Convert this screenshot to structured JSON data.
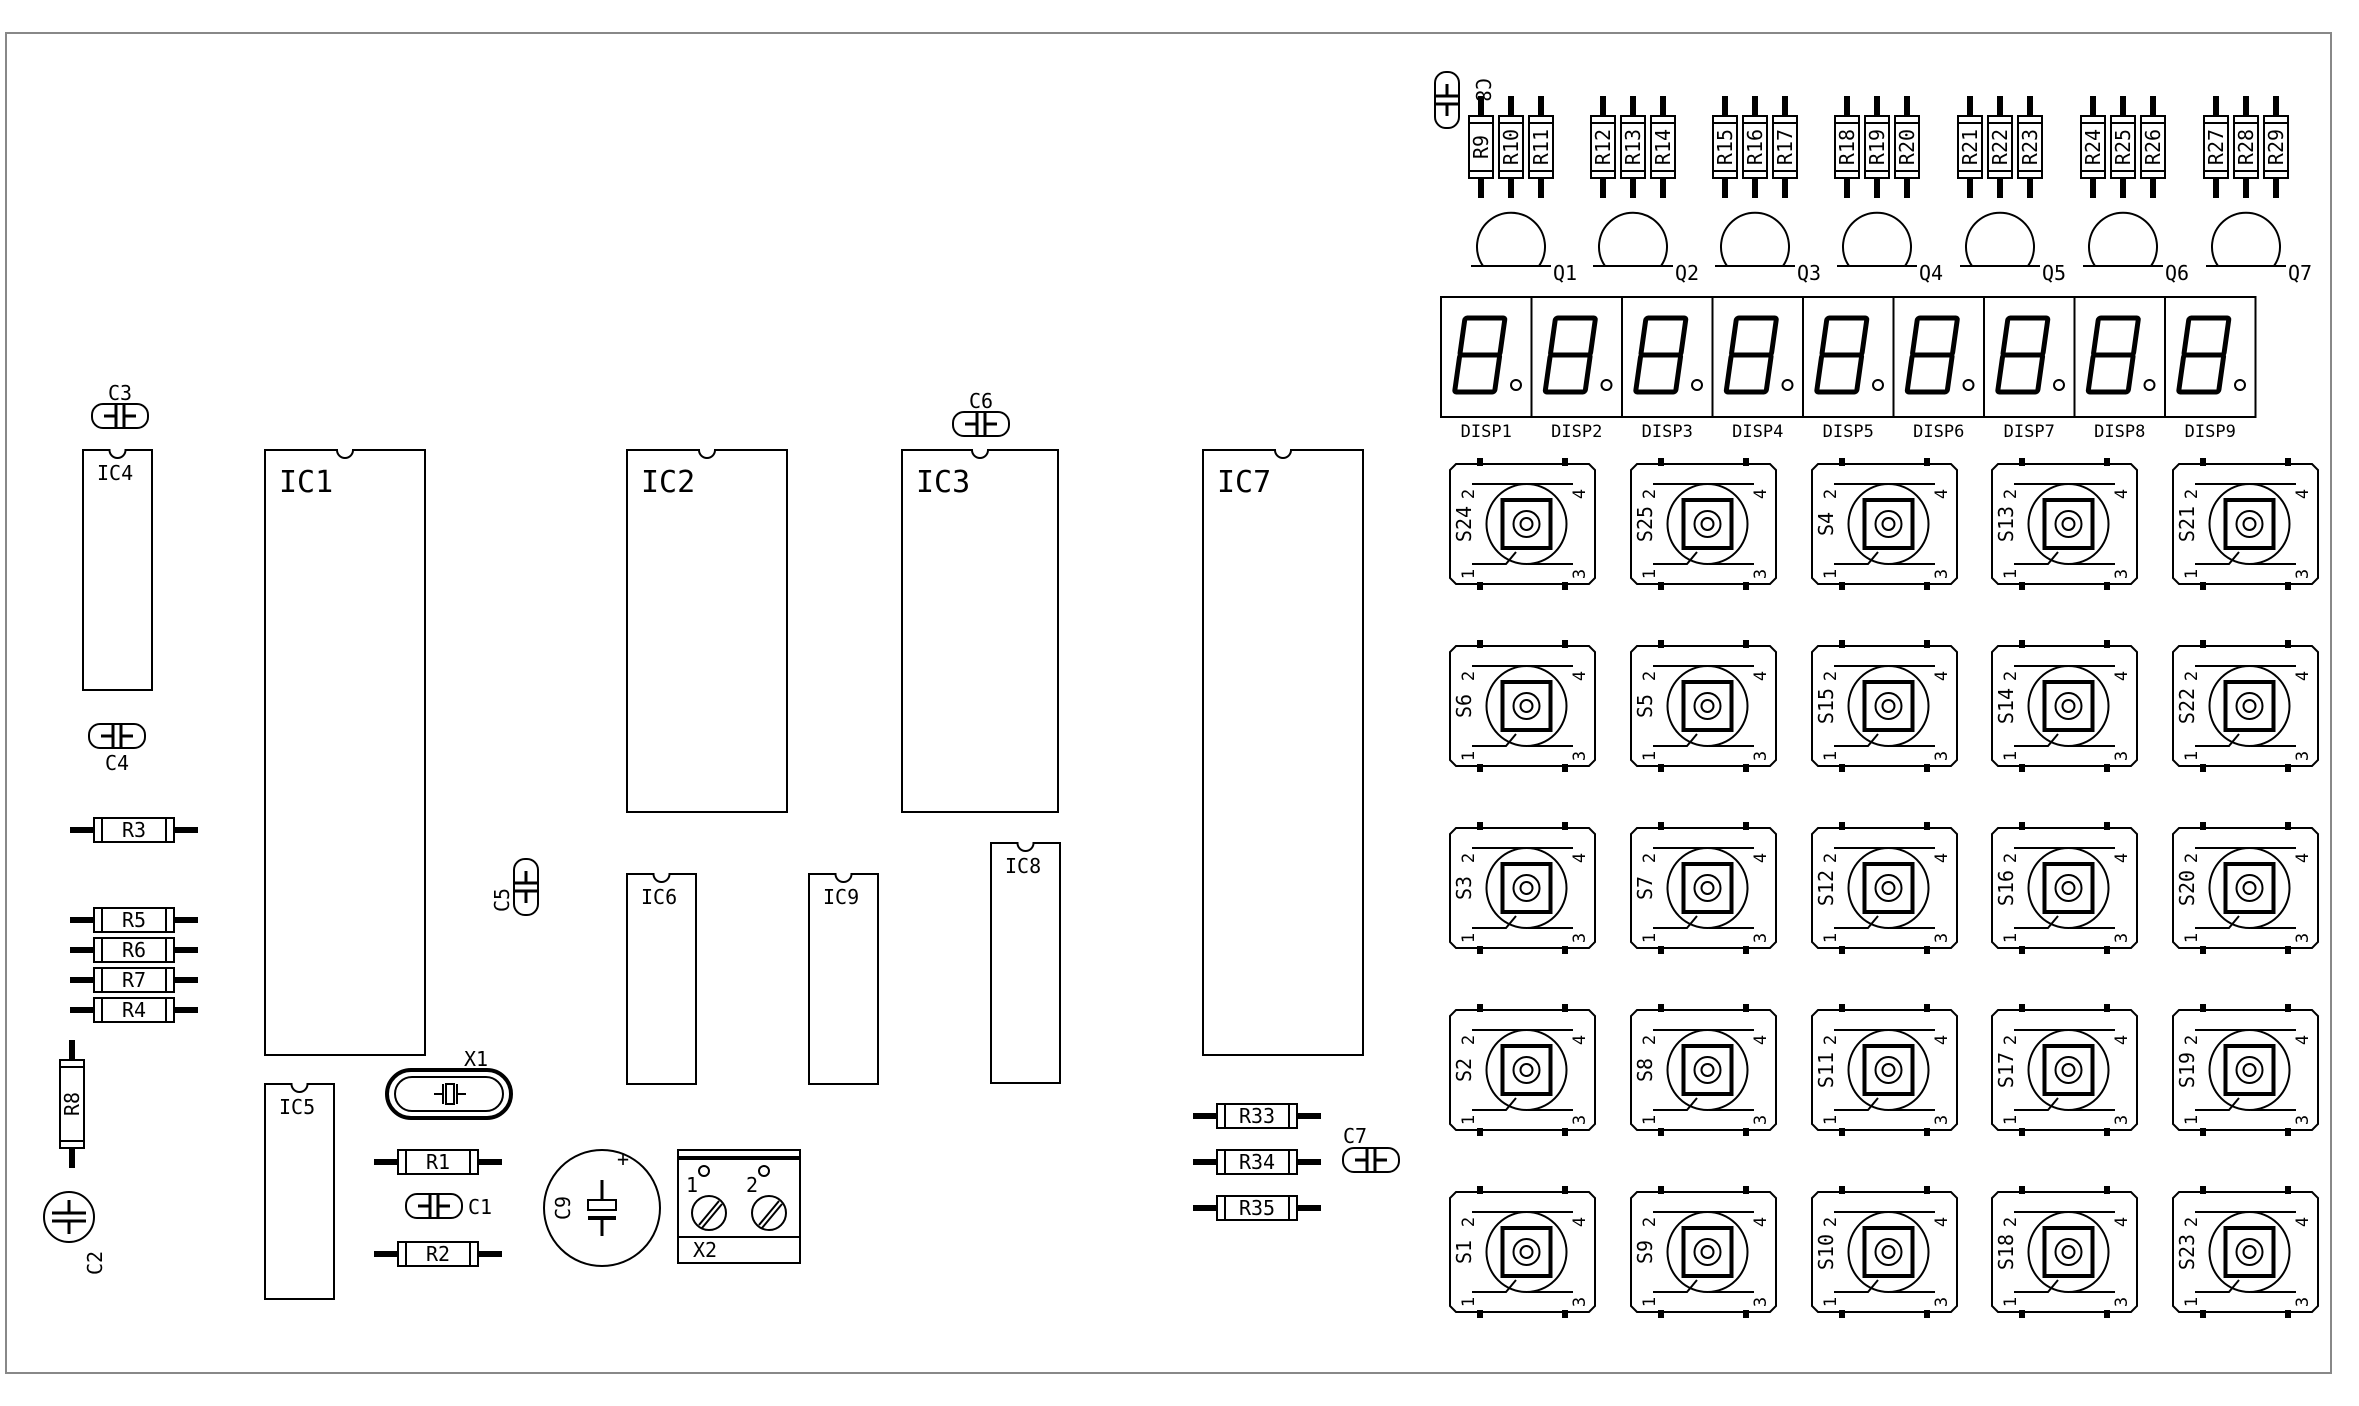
{
  "ic_labels": {
    "ic1": "IC1",
    "ic2": "IC2",
    "ic3": "IC3",
    "ic4": "IC4",
    "ic5": "IC5",
    "ic6": "IC6",
    "ic7": "IC7",
    "ic8": "IC8",
    "ic9": "IC9"
  },
  "capacitor_labels": {
    "c1": "C1",
    "c2": "C2",
    "c3": "C3",
    "c4": "C4",
    "c5": "C5",
    "c6": "C6",
    "c7": "C7",
    "c8": "C8",
    "c9": "C9"
  },
  "resistor_labels": {
    "r1": "R1",
    "r2": "R2",
    "r3": "R3",
    "r4": "R4",
    "r5": "R5",
    "r6": "R6",
    "r7": "R7",
    "r8": "R8",
    "r33": "R33",
    "r34": "R34",
    "r35": "R35"
  },
  "resistor_groups": [
    [
      "R9",
      "R10",
      "R11"
    ],
    [
      "R12",
      "R13",
      "R14"
    ],
    [
      "R15",
      "R16",
      "R17"
    ],
    [
      "R18",
      "R19",
      "R20"
    ],
    [
      "R21",
      "R22",
      "R23"
    ],
    [
      "R24",
      "R25",
      "R26"
    ],
    [
      "R27",
      "R28",
      "R29"
    ]
  ],
  "transistor_labels": [
    "Q1",
    "Q2",
    "Q3",
    "Q4",
    "Q5",
    "Q6",
    "Q7"
  ],
  "display_labels": [
    "DISP1",
    "DISP2",
    "DISP3",
    "DISP4",
    "DISP5",
    "DISP6",
    "DISP7",
    "DISP8",
    "DISP9"
  ],
  "switch_grid": [
    [
      "S24",
      "S25",
      "S4",
      "S13",
      "S21"
    ],
    [
      "S6",
      "S5",
      "S15",
      "S14",
      "S22"
    ],
    [
      "S3",
      "S7",
      "S12",
      "S16",
      "S20"
    ],
    [
      "S2",
      "S8",
      "S11",
      "S17",
      "S19"
    ],
    [
      "S1",
      "S9",
      "S10",
      "S18",
      "S23"
    ]
  ],
  "switch_pins": {
    "p1": "1",
    "p2": "2",
    "p3": "3",
    "p4": "4"
  },
  "crystal_label": "X1",
  "terminal": {
    "label": "X2",
    "pin1": "1",
    "pin2": "2"
  }
}
